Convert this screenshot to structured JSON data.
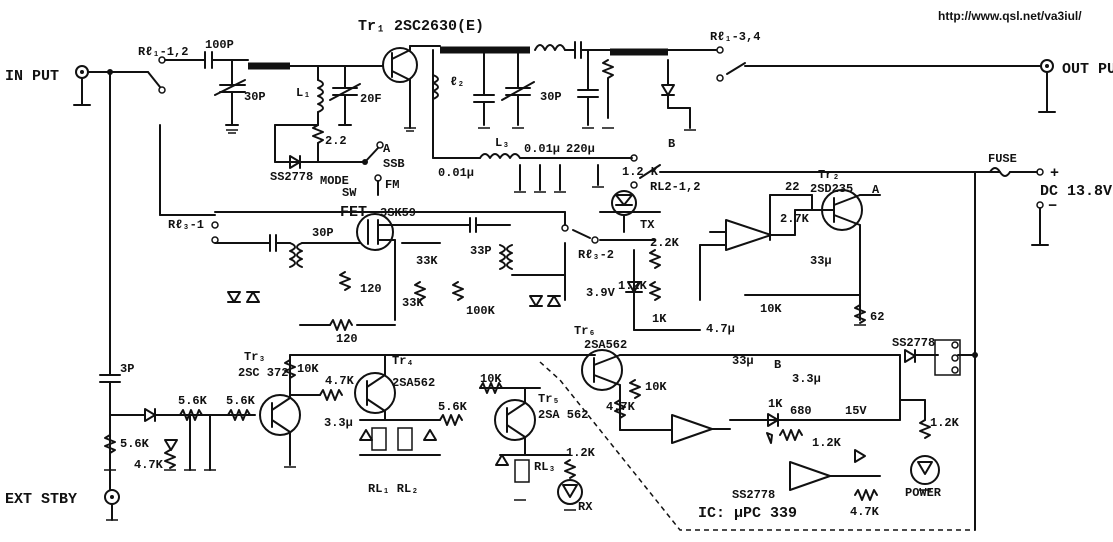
{
  "header": {
    "url": "http://www.qsl.net/va3iul/"
  },
  "labels": {
    "input": "IN PUT",
    "output": "OUT PU",
    "tr1": "Tr₁ 2SC2630(E)",
    "rl1_12": "Rℓ₁-1,2",
    "rl1_34": "Rℓ₁-3,4",
    "c100p": "100P",
    "c30p_a": "30P",
    "c20f": "20F",
    "c30p_b": "30P",
    "l1": "L₁",
    "l2": "ℓ₂",
    "l3": "L₃",
    "r22": "2.2",
    "diode1": "SS2778",
    "mode": "MODE",
    "sw": "SW",
    "ssb": "SSB",
    "fm": "FM",
    "pt_a": "A",
    "pt_b": "B",
    "c001u_a": "0.01μ",
    "c001u_b": "0.01μ",
    "c220u": "220μ",
    "r12k_tx": "1.2\nK",
    "rl2": "RL2-1,2",
    "tx": "TX",
    "fuse": "FUSE",
    "dc_plus": "+",
    "dc": "DC 13.8V",
    "dc_minus": "−",
    "r22_b": "22",
    "tr2": "Tr₂",
    "tr2_part": "2SD235",
    "pt_a2": "A",
    "r27k": "2.7K",
    "c33u_a": "33μ",
    "rl3_1": "Rℓ₃-1",
    "rl3_2": "Rℓ₃-2",
    "fet": "FET",
    "fet_part": "3SK59",
    "c30p_c": "30P",
    "c33p": "33P",
    "r33k_a": "33K",
    "r33k_b": "33K",
    "r120_a": "120",
    "r120_b": "120",
    "r100k": "100K",
    "r22k": "2.2K",
    "r12k_b": "1.2K",
    "r1k": "1K",
    "c47u": "4.7μ",
    "r10k_a": "10K",
    "r62": "62",
    "z39v": "3.9V",
    "tr6": "Tr₆",
    "tr6_part": "2SA562",
    "diode2": "SS2778",
    "c3p": "3P",
    "tr3": "Tr₃",
    "tr3_part": "2SC\n372",
    "r10k_b": "10K",
    "r47k_a": "4.7K",
    "tr4": "Tr₄",
    "tr4_part": "2SA562",
    "r56k_a": "5.6K",
    "r56k_b": "5.6K",
    "r56k_c": "5.6K",
    "r56k_d": "5.6K",
    "c33u_b": "3.3μ",
    "r10k_c": "10K",
    "tr5": "Tr₅",
    "tr5_part": "2SA\n562",
    "r47k_b": "4.7K",
    "rl12": "RL₁ RL₂",
    "r12k_c": "1.2K",
    "rl3": "RL₃",
    "rx": "RX",
    "r10k_d": "10K",
    "r47k_c": "4.7K",
    "c33u_c": "33μ",
    "c33u_d": "3.3μ",
    "pt_b2": "B",
    "r1k_b": "1K",
    "r680": "680",
    "z15v": "15V",
    "r12k_d": "1.2K",
    "diode3": "SS2778",
    "ic": "IC: μPC 339",
    "r47k_d": "4.7K",
    "r12k_e": "1.2K",
    "power": "POWER",
    "ext_stby": "EXT STBY"
  }
}
